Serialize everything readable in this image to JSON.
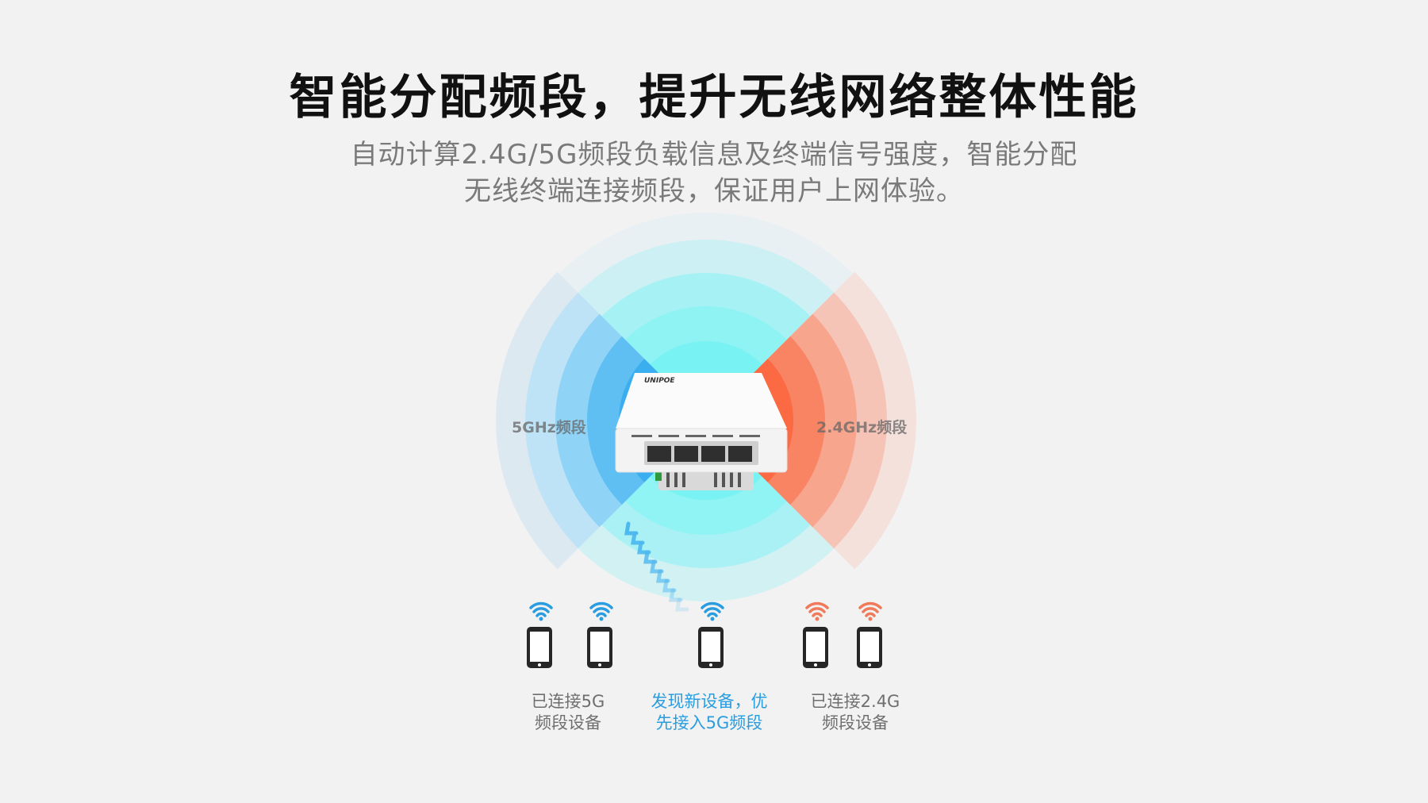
{
  "heading": {
    "title": "智能分配频段，提升无线网络整体性能",
    "subtitle_line1": "自动计算2.4G/5G频段负载信息及终端信号强度，智能分配",
    "subtitle_line2": "无线终端连接频段，保证用户上网体验。"
  },
  "router": {
    "logo_text": "UNIPOE"
  },
  "bands": {
    "left_label": "5GHz频段",
    "right_label": "2.4GHz频段"
  },
  "devices": {
    "group_5g_caption_line1": "已连接5G",
    "group_5g_caption_line2": "频段设备",
    "new_device_caption_line1": "发现新设备，优",
    "new_device_caption_line2": "先接入5G频段",
    "group_24g_caption_line1": "已连接2.4G",
    "group_24g_caption_line2": "频段设备"
  },
  "colors": {
    "blue": "#2a9de0",
    "orange": "#f06a4a",
    "cyan": "#7ff0f0"
  }
}
